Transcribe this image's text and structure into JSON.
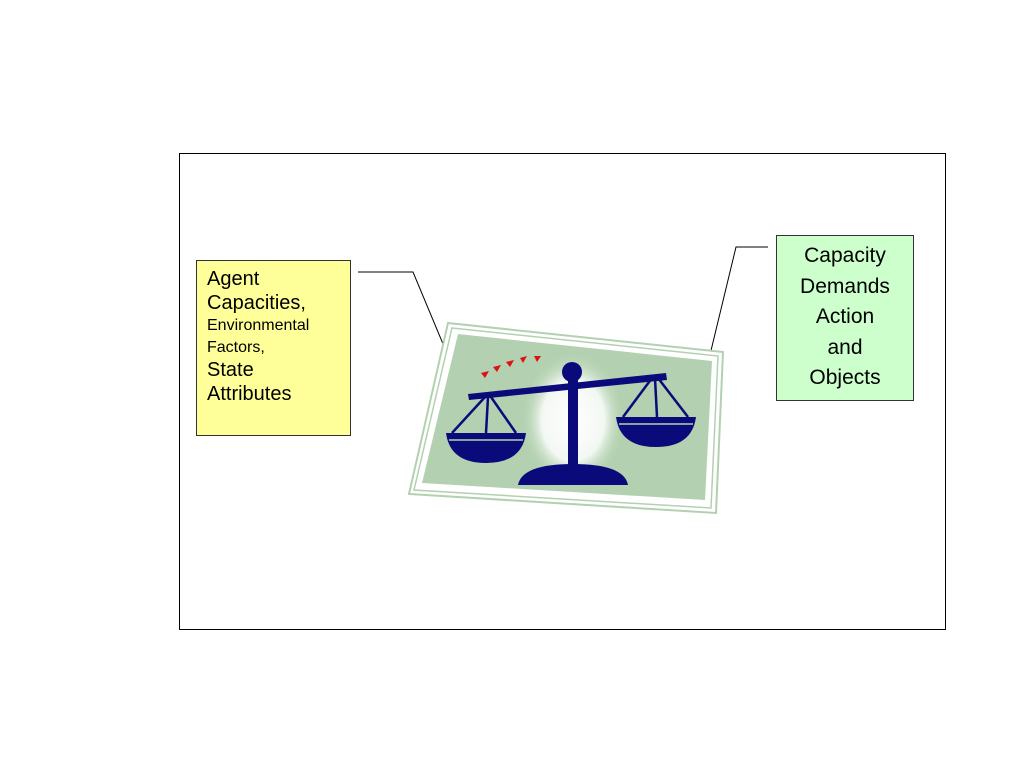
{
  "left_callout": {
    "line1": "Agent",
    "line2": "Capacities,",
    "line3": "Environmental",
    "line4": "Factors,",
    "line5": "State",
    "line6": "Attributes"
  },
  "right_callout": {
    "line1": "Capacity",
    "line2": "Demands",
    "line3": "Action",
    "line4": "and",
    "line5": "Objects"
  },
  "colors": {
    "left_callout_fill": "#ffff99",
    "right_callout_fill": "#ccffcc",
    "scale_navy": "#0a0a7a",
    "card_green": "#b3d1b0",
    "card_border": "#d9ead6",
    "accent_red": "#dd1111"
  },
  "icons": {
    "center_image": "balance-scale-icon"
  }
}
